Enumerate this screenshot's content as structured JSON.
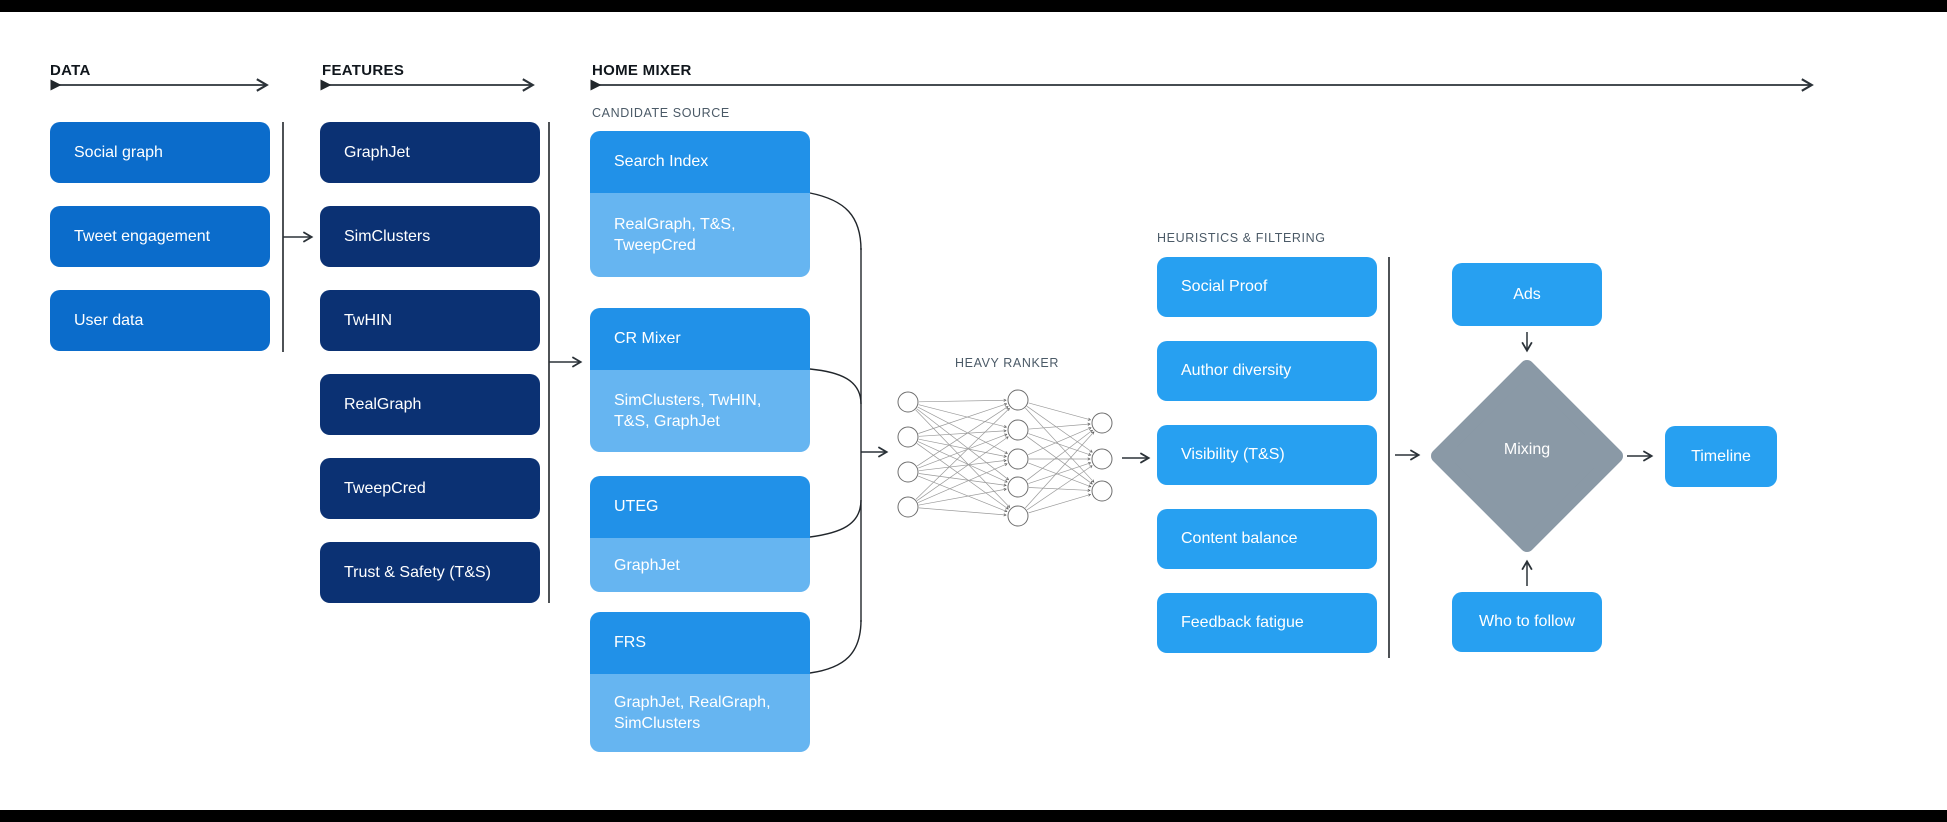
{
  "colors": {
    "data_box": "#0b6ccb",
    "feature_box": "#0b3173",
    "candidate_header": "#2191e8",
    "candidate_sub": "#66b5f1",
    "bright_box": "#27a0f1",
    "diamond": "#8a99a6",
    "line": "#2b3238",
    "label_gray": "#4b5a67"
  },
  "data_col": {
    "title": "DATA",
    "items": [
      "Social graph",
      "Tweet engagement",
      "User data"
    ]
  },
  "features_col": {
    "title": "FEATURES",
    "items": [
      "GraphJet",
      "SimClusters",
      "TwHIN",
      "RealGraph",
      "TweepCred",
      "Trust & Safety (T&S)"
    ]
  },
  "home_mixer": {
    "title": "HOME MIXER",
    "candidate_source": {
      "label": "CANDIDATE SOURCE",
      "groups": [
        {
          "name": "Search Index",
          "sub": "RealGraph, T&S, TweepCred"
        },
        {
          "name": "CR Mixer",
          "sub": "SimClusters, TwHIN, T&S, GraphJet"
        },
        {
          "name": "UTEG",
          "sub": "GraphJet"
        },
        {
          "name": "FRS",
          "sub": "GraphJet, RealGraph, SimClusters"
        }
      ]
    },
    "heavy_ranker": {
      "label": "HEAVY RANKER"
    },
    "heuristics": {
      "label": "HEURISTICS & FILTERING",
      "items": [
        "Social Proof",
        "Author diversity",
        "Visibility (T&S)",
        "Content balance",
        "Feedback fatigue"
      ]
    },
    "mixing_stage": {
      "ads": "Ads",
      "diamond": "Mixing",
      "who_to_follow": "Who to follow",
      "timeline": "Timeline"
    }
  }
}
